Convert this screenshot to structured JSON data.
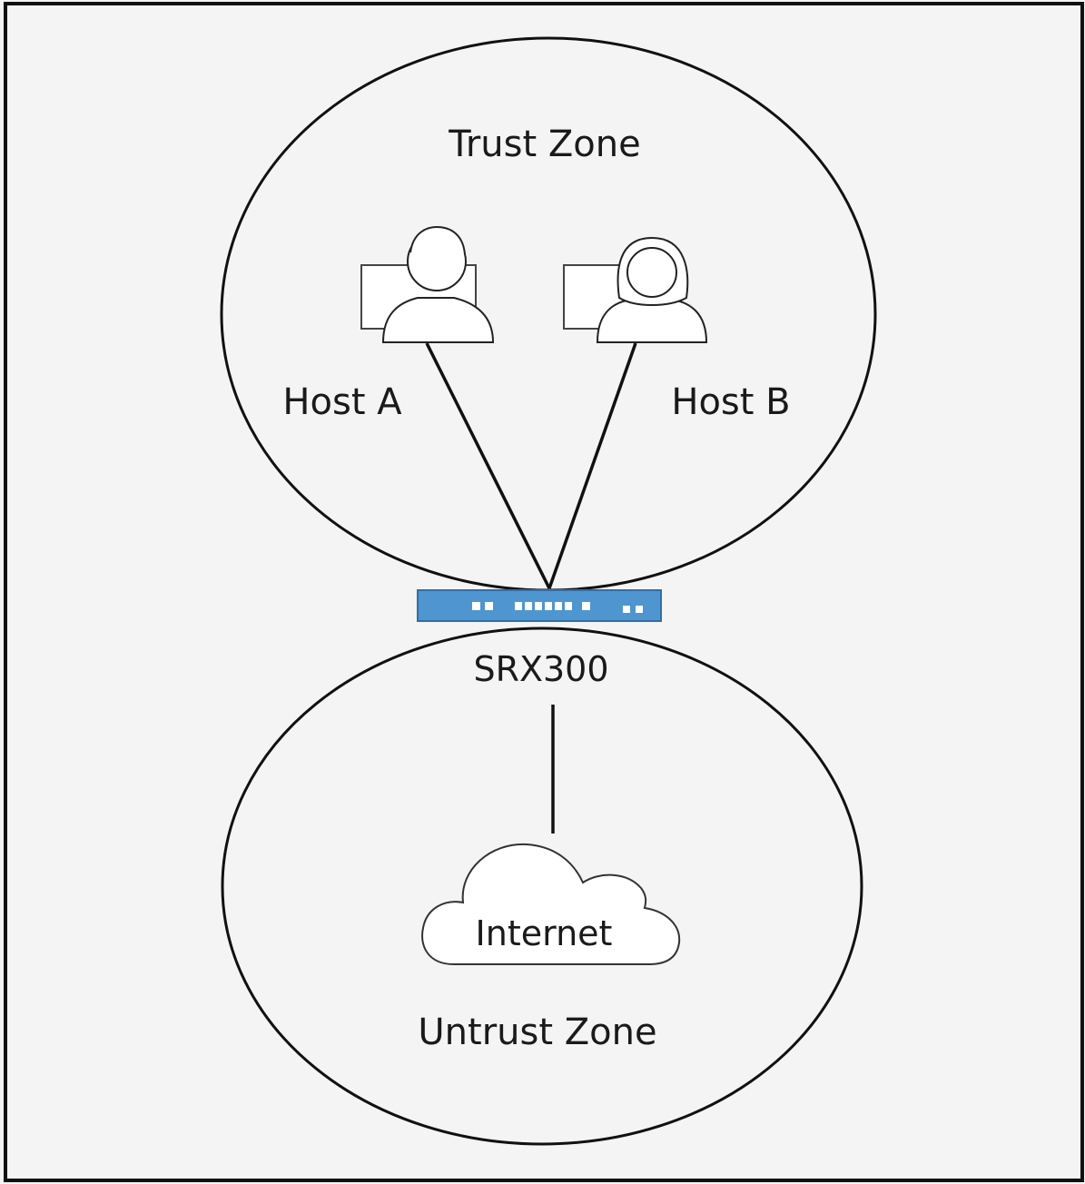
{
  "zones": {
    "trust": {
      "label": "Trust Zone"
    },
    "untrust": {
      "label": "Untrust Zone"
    }
  },
  "hosts": {
    "a": {
      "label": "Host A"
    },
    "b": {
      "label": "Host B"
    }
  },
  "device": {
    "label": "SRX300",
    "color": "#4f95d0"
  },
  "cloud": {
    "label": "Internet"
  },
  "colors": {
    "frame": "#111111",
    "background": "#f4f4f4"
  }
}
